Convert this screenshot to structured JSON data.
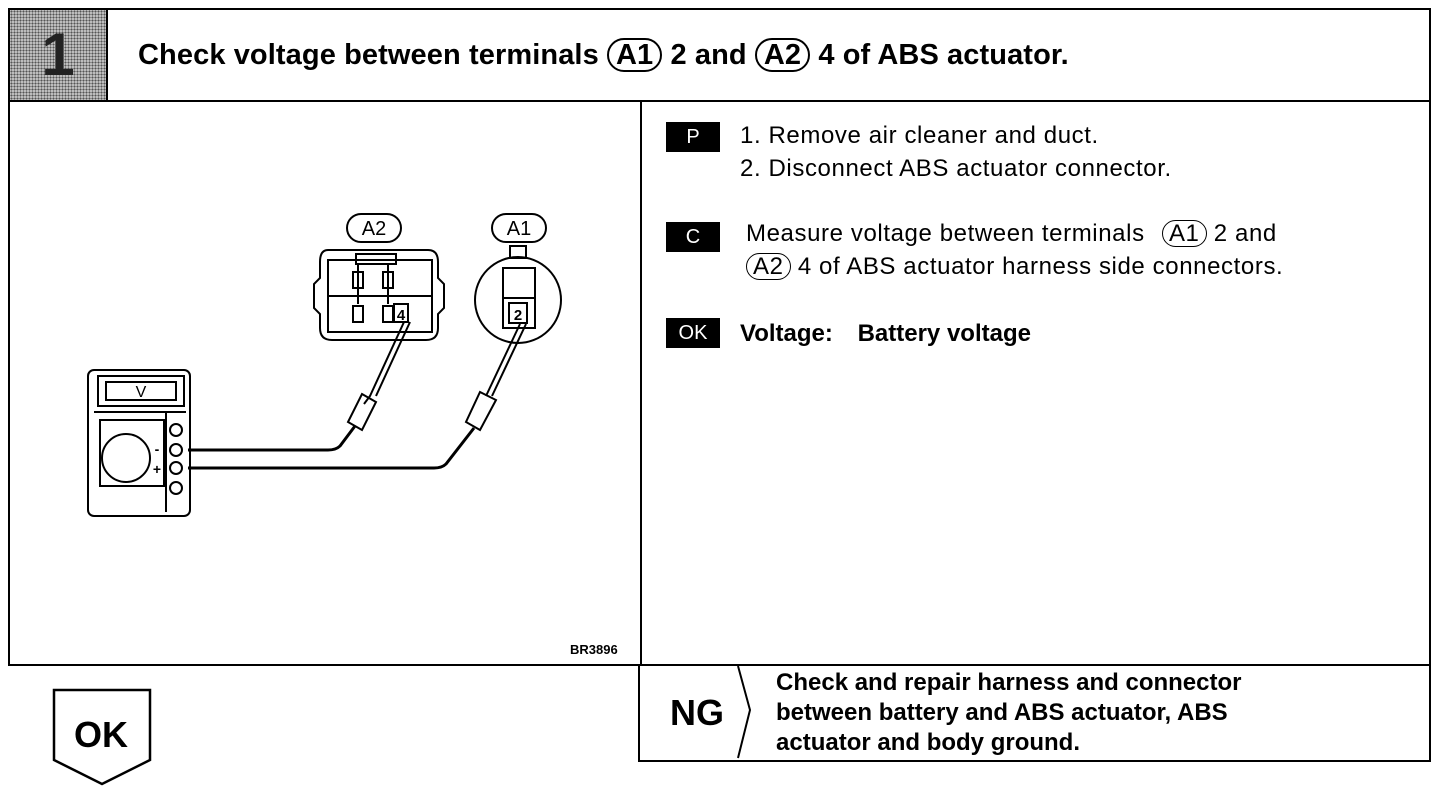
{
  "header": {
    "step_number": "1",
    "title_pre": "Check voltage between terminals",
    "terminal_a1": "A1",
    "title_mid": "2 and",
    "terminal_a2": "A2",
    "title_post": "4 of ABS actuator."
  },
  "illustration": {
    "connector_a2_label": "A2",
    "connector_a1_label": "A1",
    "pin_a2": "4",
    "pin_a1": "2",
    "meter_display": "V",
    "minus_sign": "-",
    "plus_sign": "+",
    "figure_code": "BR3896"
  },
  "instructions": {
    "prep_badge": "P",
    "prep_step1": "1.  Remove air cleaner and duct.",
    "prep_step2": "2.  Disconnect ABS actuator connector.",
    "check_badge": "C",
    "check_line1_pre": "Measure voltage between terminals",
    "check_terminal_a1": "A1",
    "check_line1_post": "2 and",
    "check_terminal_a2": "A2",
    "check_line2_post": "4 of ABS actuator harness side connectors.",
    "ok_badge": "OK",
    "ok_spec_label": "Voltage:",
    "ok_spec_value": "Battery voltage"
  },
  "ng_result": {
    "label": "NG",
    "line1": "Check and repair harness and connector",
    "line2": "between battery and ABS actuator, ABS",
    "line3": "actuator and body ground."
  },
  "ok_result": {
    "label": "OK"
  }
}
